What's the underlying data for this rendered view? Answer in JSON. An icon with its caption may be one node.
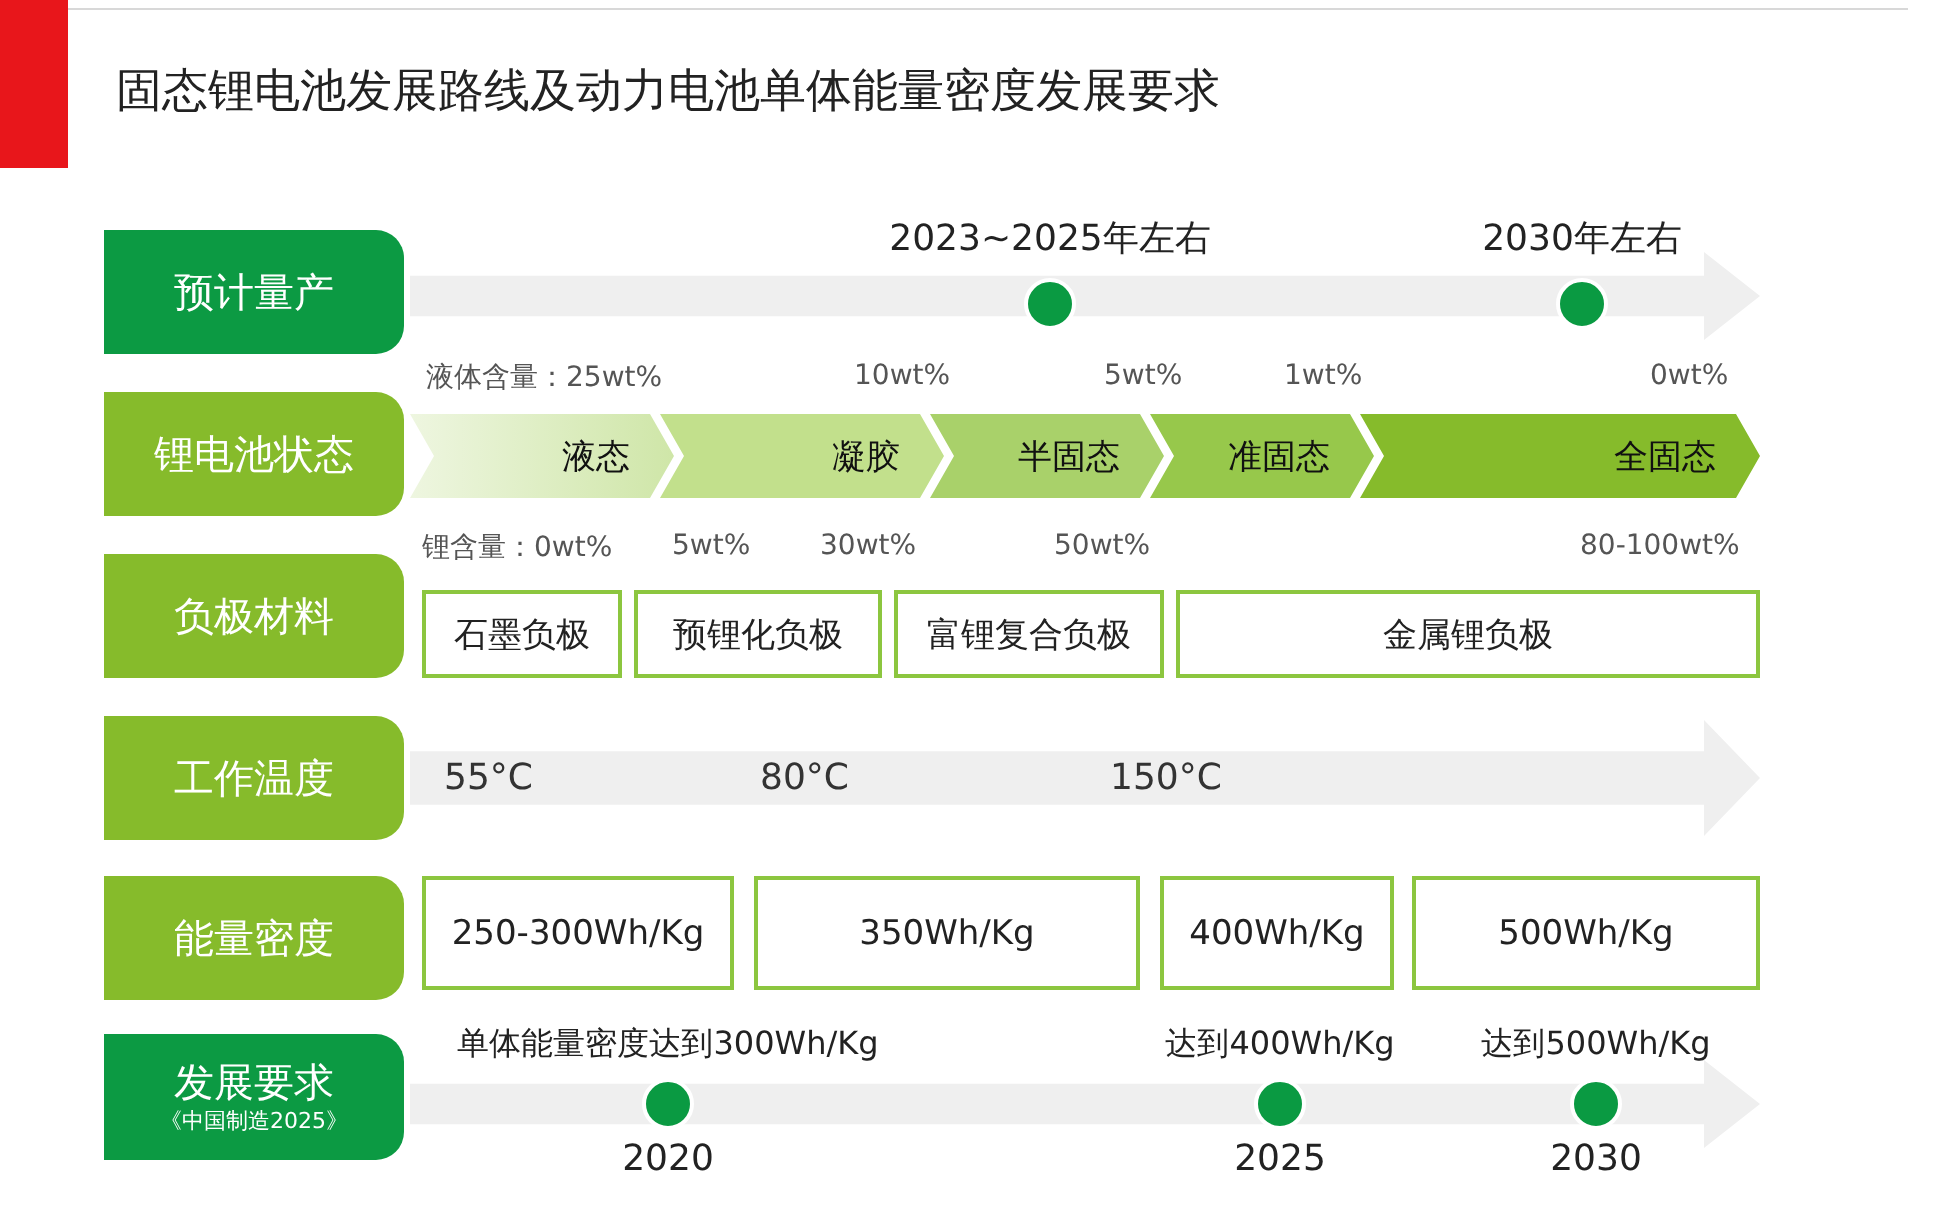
{
  "diagram": {
    "title": "固态锂电池发展路线及动力电池单体能量密度发展要求",
    "nodes": [
      {
        "text": [
          "预计量产"
        ]
      },
      {
        "text": [],
        "shape": "circle",
        "beside": [
          "2023~2025年左右"
        ]
      },
      {
        "text": [],
        "shape": "circle",
        "beside": [
          "2030年左右"
        ]
      },
      {
        "text": [
          "锂电池状态"
        ]
      },
      {
        "text": [
          "液态"
        ]
      },
      {
        "text": [
          "凝胶"
        ]
      },
      {
        "text": [
          "半固态"
        ]
      },
      {
        "text": [
          "准固态"
        ]
      },
      {
        "text": [
          "全固态"
        ]
      },
      {
        "text": [
          "负极材料"
        ]
      },
      {
        "text": [
          "石墨负极"
        ]
      },
      {
        "text": [
          "预锂化负极"
        ]
      },
      {
        "text": [
          "富锂复合负极"
        ]
      },
      {
        "text": [
          "金属锂负极"
        ]
      },
      {
        "text": [
          "工作温度"
        ]
      },
      {
        "text": [
          "55°C",
          "80°C",
          "150°C"
        ]
      },
      {
        "text": [
          "能量密度"
        ]
      },
      {
        "text": [
          "250-300Wh/Kg"
        ]
      },
      {
        "text": [
          "350Wh/Kg"
        ]
      },
      {
        "text": [
          "400Wh/Kg"
        ]
      },
      {
        "text": [
          "500Wh/Kg"
        ]
      },
      {
        "text": [
          "发展要求",
          "《中国制造2025》"
        ]
      },
      {
        "text": [],
        "shape": "circle",
        "beside": [
          "单体能量密度达到300Wh/Kg",
          "2020"
        ]
      },
      {
        "text": [],
        "shape": "circle",
        "beside": [
          "达到400Wh/Kg",
          "2025"
        ]
      },
      {
        "text": [],
        "shape": "circle",
        "beside": [
          "达到500Wh/Kg",
          "2030"
        ]
      }
    ],
    "labels": [
      "液体含量：25wt%",
      "10wt%",
      "5wt%",
      "1wt%",
      "0wt%",
      "锂含量：0wt%",
      "5wt%",
      "30wt%",
      "50wt%",
      "80-100wt%"
    ]
  }
}
